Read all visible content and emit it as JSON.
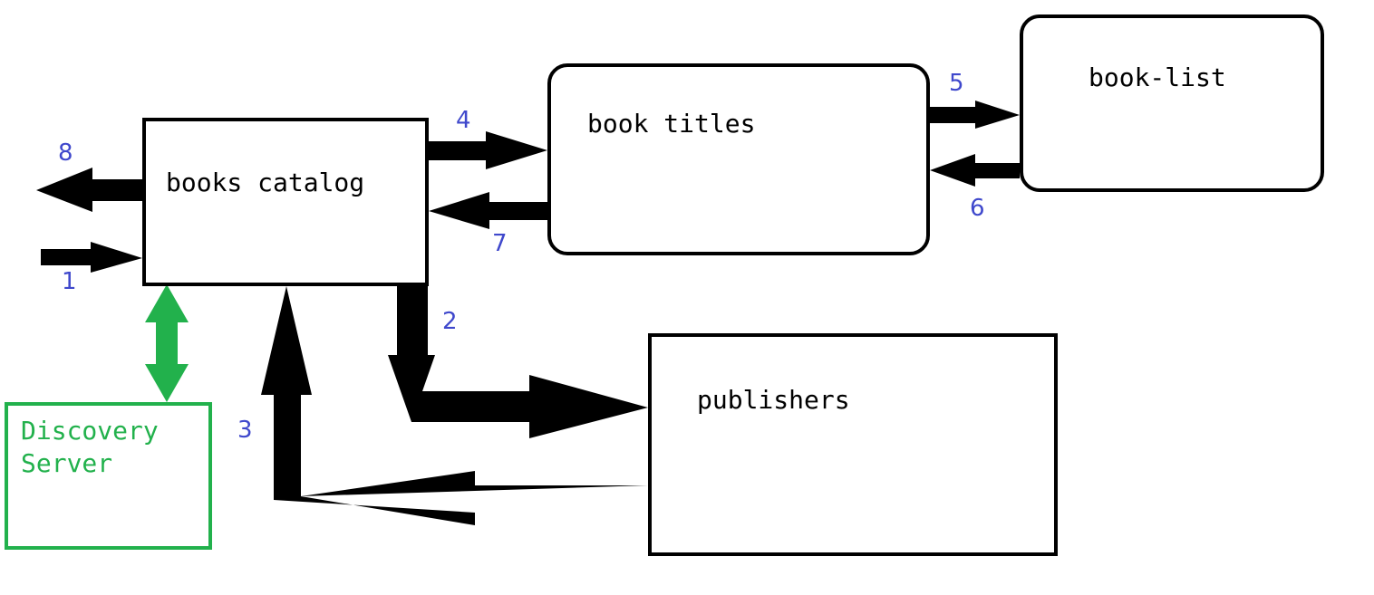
{
  "boxes": {
    "catalog": "books catalog",
    "titles": "book titles",
    "booklist": "book-list",
    "publishers": "publishers",
    "discovery": "Discovery\nServer"
  },
  "steps": [
    "1",
    "2",
    "3",
    "4",
    "5",
    "6",
    "7",
    "8"
  ],
  "colors": {
    "arrow": "#000000",
    "discovery": "#22b14c",
    "step_number": "#3f48cc"
  }
}
